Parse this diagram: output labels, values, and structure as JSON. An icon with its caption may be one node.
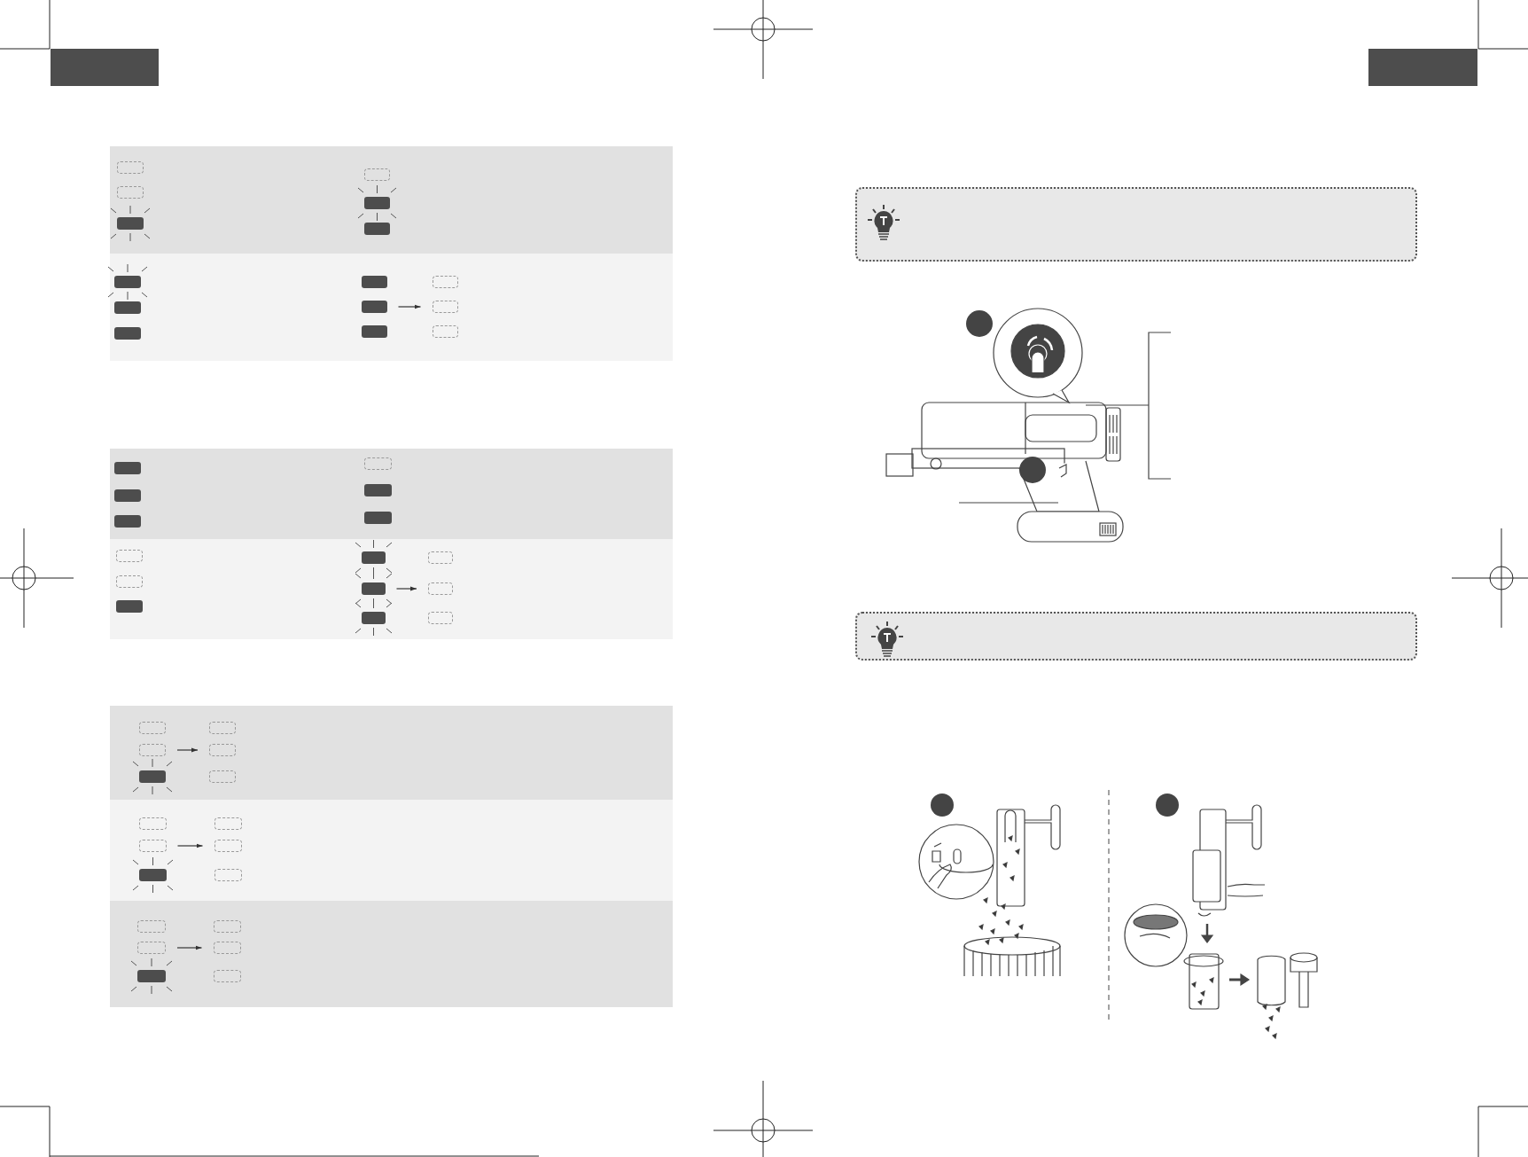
{
  "diagram": {
    "nodes": [
      {
        "text": [],
        "shape": "box"
      },
      {
        "text": [],
        "shape": "box"
      },
      {
        "text": [],
        "shape": "bar"
      },
      {
        "text": [],
        "shape": "bar"
      },
      {
        "text": [],
        "shape": "bar"
      },
      {
        "text": [],
        "shape": "bar"
      },
      {
        "text": [],
        "shape": "bar"
      },
      {
        "text": [],
        "shape": "bar"
      },
      {
        "text": [],
        "shape": "bar"
      },
      {
        "text": [],
        "shape": "bar"
      },
      {
        "text": [],
        "shape": "bar"
      },
      {
        "text": [],
        "shape": "bar"
      }
    ],
    "edges": [
      {
        "from": 2,
        "to": 3,
        "arrow": "to"
      },
      {
        "from": 4,
        "to": 5,
        "arrow": "to"
      },
      {
        "from": 6,
        "to": 7,
        "arrow": "to"
      },
      {
        "from": 8,
        "to": 9,
        "arrow": "to"
      },
      {
        "from": 10,
        "to": 11,
        "arrow": "to"
      }
    ]
  }
}
